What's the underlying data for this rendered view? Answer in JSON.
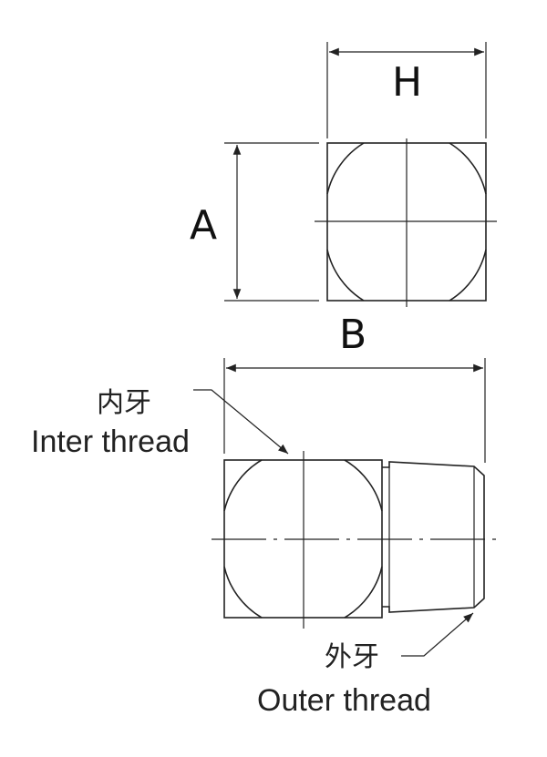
{
  "dimensions": {
    "h": "H",
    "a": "A",
    "b": "B"
  },
  "callouts": {
    "inner_cn": "内牙",
    "inner_en": "Inter thread",
    "outer_cn": "外牙",
    "outer_en": "Outer thread"
  }
}
